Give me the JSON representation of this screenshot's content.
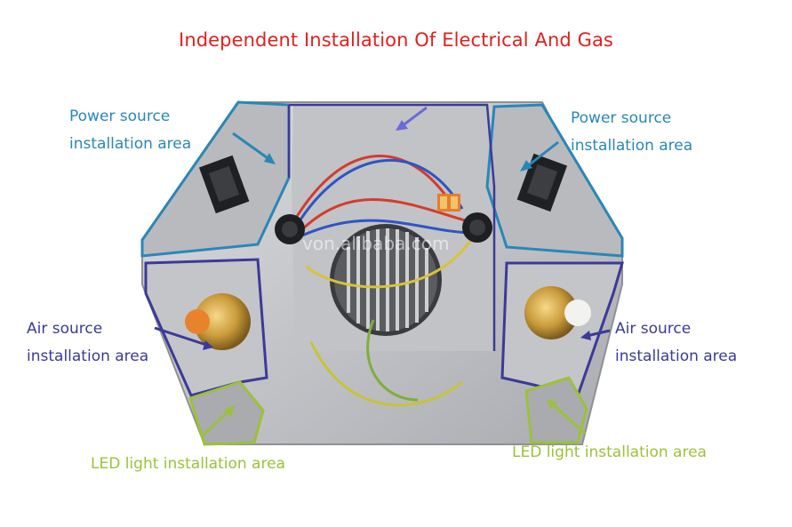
{
  "title": "Independent Installation Of Electrical And Gas",
  "labels": {
    "power_left": [
      "Power source",
      "installation area"
    ],
    "power_right": [
      "Power source",
      "installation area"
    ],
    "air_left": [
      "Air source",
      "installation area"
    ],
    "air_right": [
      "Air source",
      "installation area"
    ],
    "led_left": "LED light installation area",
    "led_right": "LED light installation area"
  },
  "watermark": "von.alibaba.com",
  "colors": {
    "title": "#e0211d",
    "power_source": "#2a86b8",
    "air_source": "#3b3a98",
    "led_light": "#9cc13a",
    "body": "#c9cacc"
  }
}
